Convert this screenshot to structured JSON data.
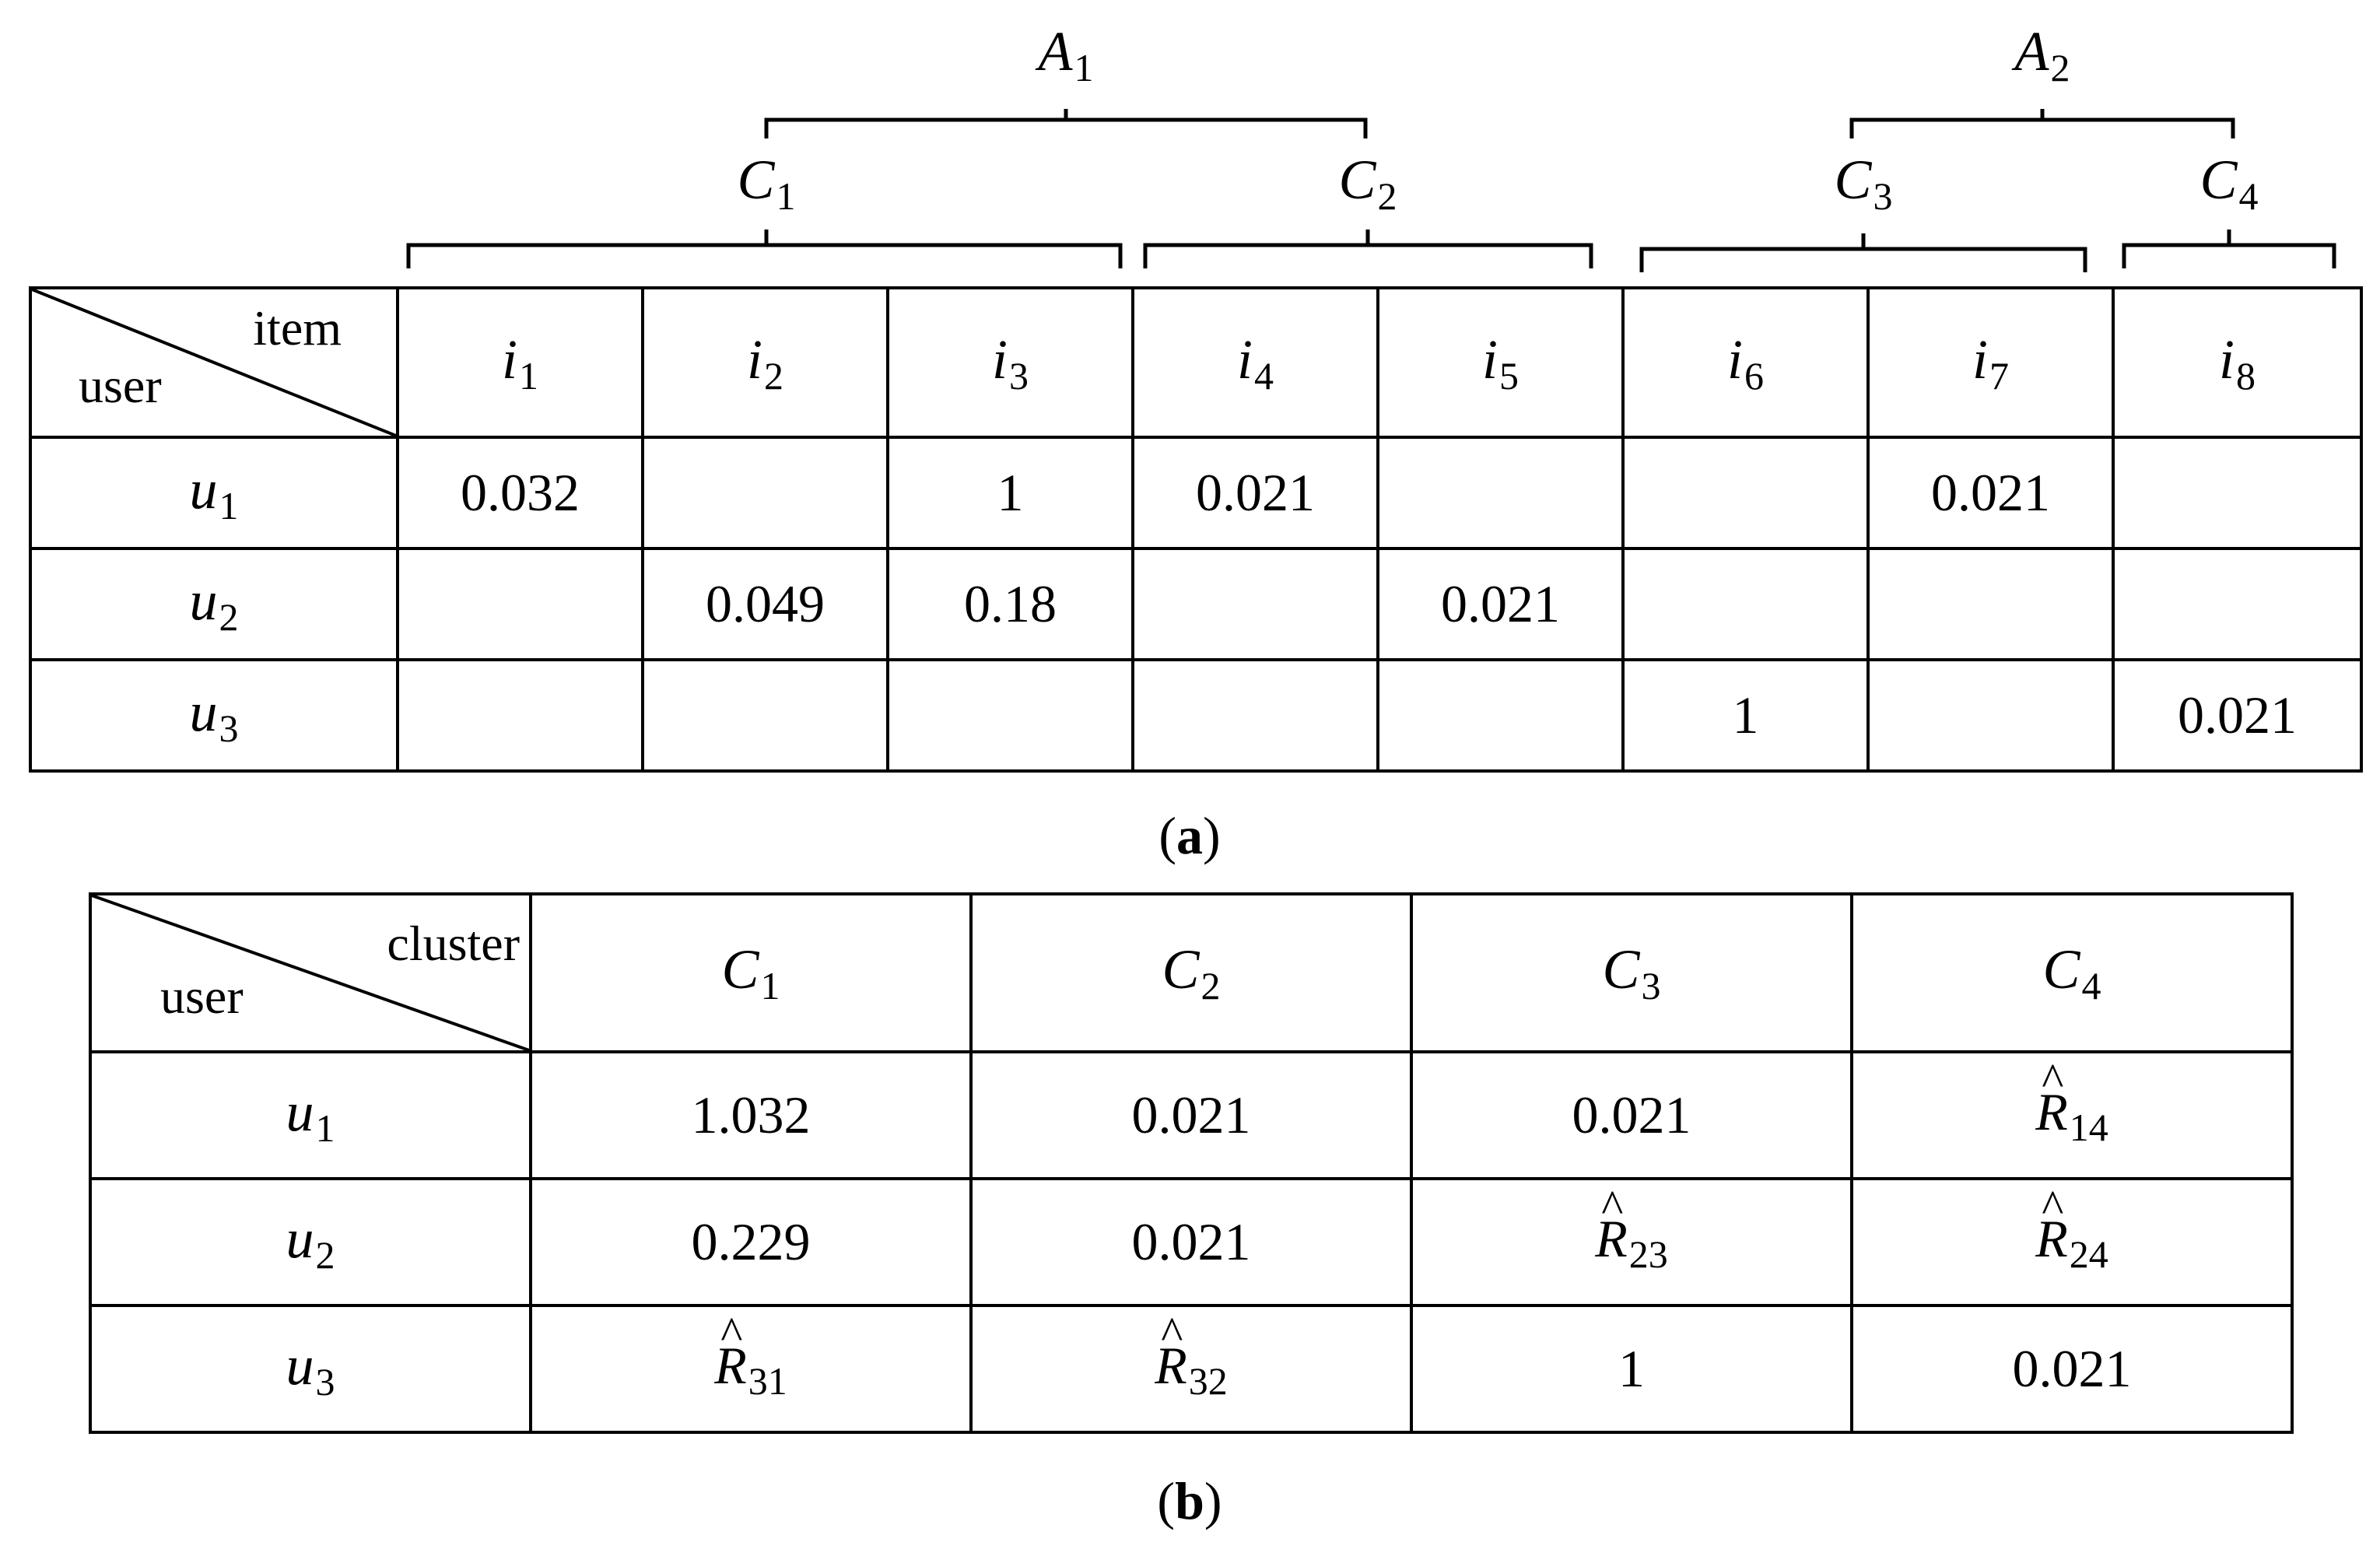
{
  "brackets": {
    "A1": {
      "letter": "A",
      "sub": "1"
    },
    "A2": {
      "letter": "A",
      "sub": "2"
    },
    "C1": {
      "letter": "C",
      "sub": "1"
    },
    "C2": {
      "letter": "C",
      "sub": "2"
    },
    "C3": {
      "letter": "C",
      "sub": "3"
    },
    "C4": {
      "letter": "C",
      "sub": "4"
    }
  },
  "table_a": {
    "corner_top": "item",
    "corner_bottom": "user",
    "columns": [
      {
        "letter": "i",
        "sub": "1"
      },
      {
        "letter": "i",
        "sub": "2"
      },
      {
        "letter": "i",
        "sub": "3"
      },
      {
        "letter": "i",
        "sub": "4"
      },
      {
        "letter": "i",
        "sub": "5"
      },
      {
        "letter": "i",
        "sub": "6"
      },
      {
        "letter": "i",
        "sub": "7"
      },
      {
        "letter": "i",
        "sub": "8"
      }
    ],
    "rows": [
      {
        "letter": "u",
        "sub": "1",
        "cells": [
          "0.032",
          "",
          "1",
          "0.021",
          "",
          "",
          "0.021",
          ""
        ]
      },
      {
        "letter": "u",
        "sub": "2",
        "cells": [
          "",
          "0.049",
          "0.18",
          "",
          "0.021",
          "",
          "",
          ""
        ]
      },
      {
        "letter": "u",
        "sub": "3",
        "cells": [
          "",
          "",
          "",
          "",
          "",
          "1",
          "",
          "0.021"
        ]
      }
    ],
    "caption_open": "(",
    "caption_letter": "a",
    "caption_close": ")"
  },
  "table_b": {
    "corner_top": "cluster",
    "corner_bottom": "user",
    "columns": [
      {
        "letter": "C",
        "sub": "1"
      },
      {
        "letter": "C",
        "sub": "2"
      },
      {
        "letter": "C",
        "sub": "3"
      },
      {
        "letter": "C",
        "sub": "4"
      }
    ],
    "rows": [
      {
        "letter": "u",
        "sub": "1",
        "cells": [
          {
            "text": "1.032"
          },
          {
            "text": "0.021"
          },
          {
            "text": "0.021"
          },
          {
            "hat": "R",
            "sub": "14"
          }
        ]
      },
      {
        "letter": "u",
        "sub": "2",
        "cells": [
          {
            "text": "0.229"
          },
          {
            "text": "0.021"
          },
          {
            "hat": "R",
            "sub": "23"
          },
          {
            "hat": "R",
            "sub": "24"
          }
        ]
      },
      {
        "letter": "u",
        "sub": "3",
        "cells": [
          {
            "hat": "R",
            "sub": "31"
          },
          {
            "hat": "R",
            "sub": "32"
          },
          {
            "text": "1"
          },
          {
            "text": "0.021"
          }
        ]
      }
    ],
    "caption_open": "(",
    "caption_letter": "b",
    "caption_close": ")"
  }
}
